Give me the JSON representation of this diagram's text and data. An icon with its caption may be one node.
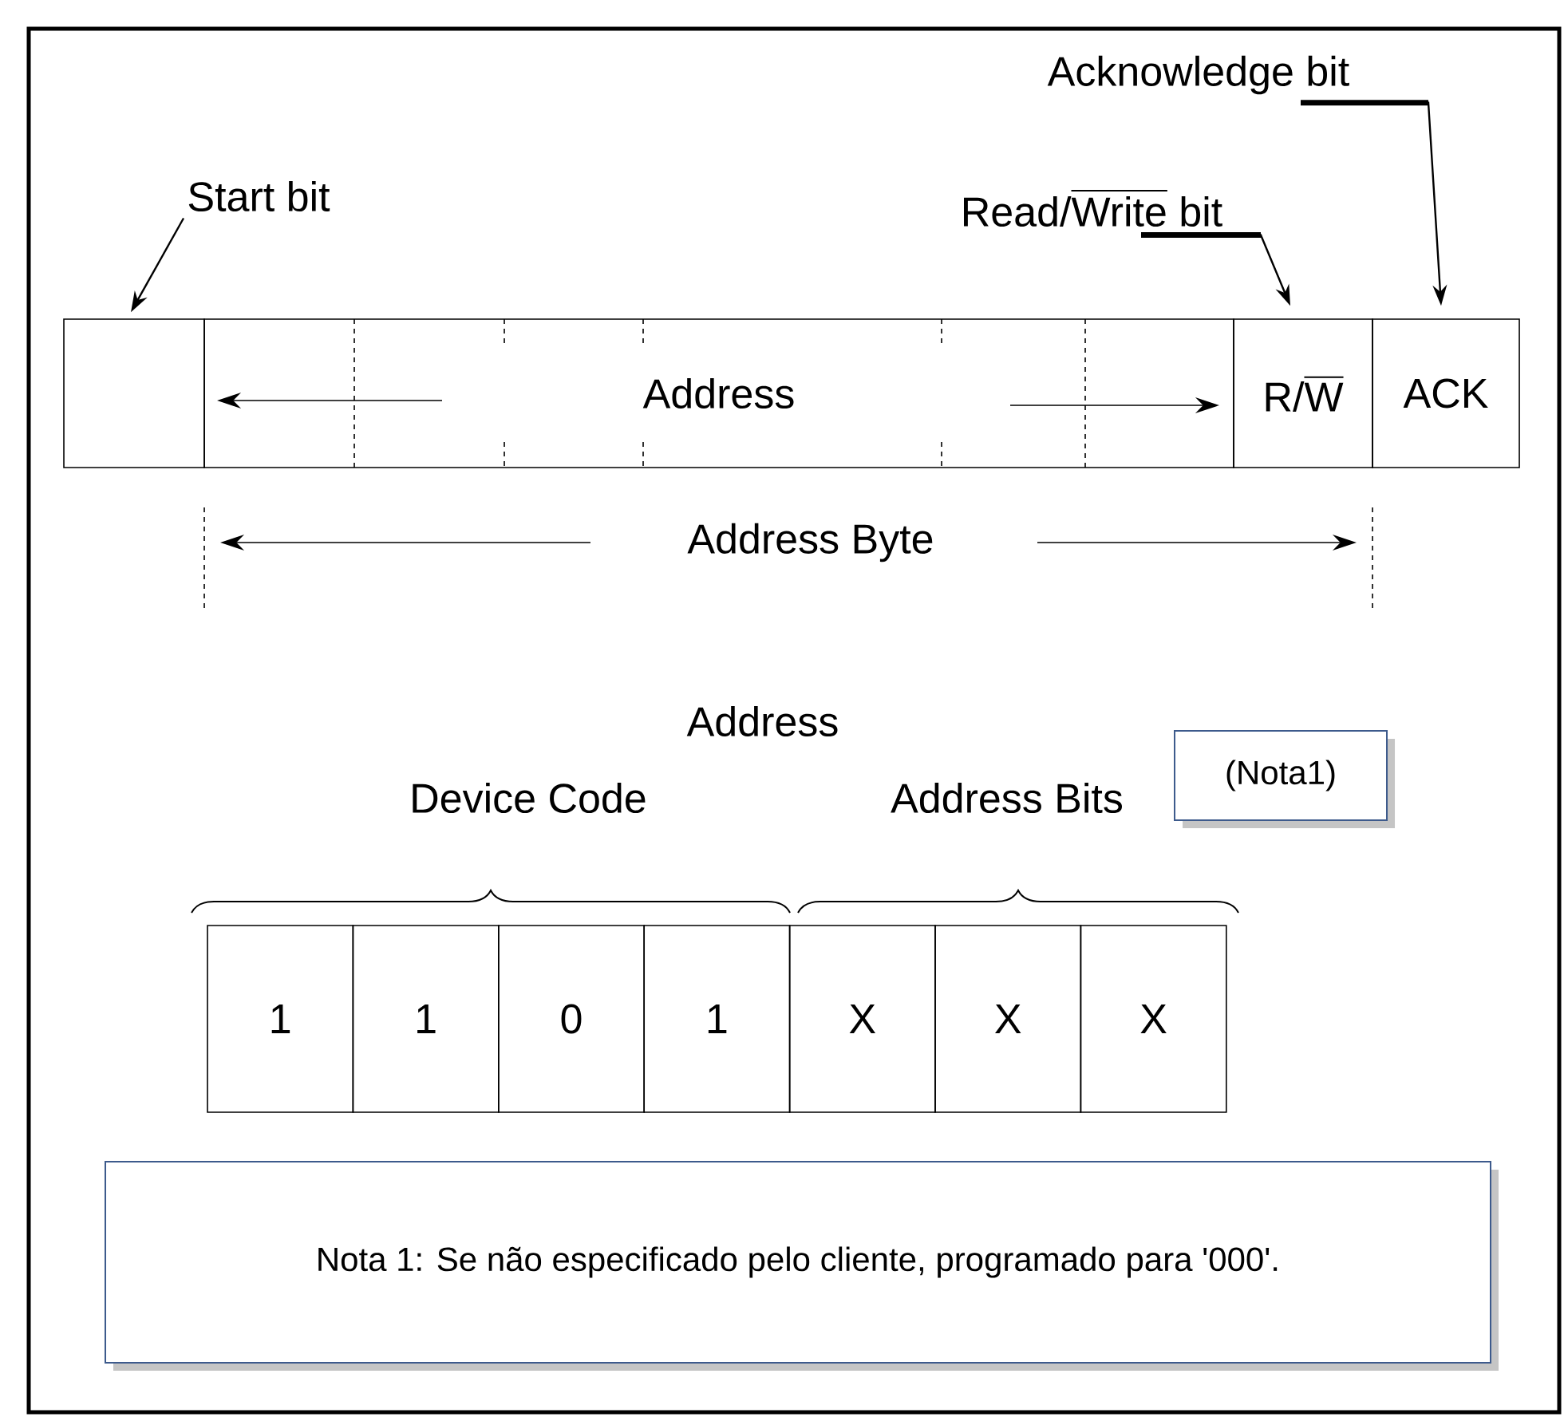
{
  "diagram": {
    "nodes": [
      {
        "text": [],
        "shape": "box"
      },
      {
        "text": [
          "Address"
        ]
      },
      {
        "text": [
          "\\text{R/}\\overline{\\text{W}}"
        ]
      },
      {
        "text": [
          "ACK"
        ]
      },
      {
        "text": [
          "Start bit"
        ]
      },
      {
        "text": [
          "\\text{Read/}\\overline{\\text{Write}}\\text{ bit}"
        ]
      },
      {
        "text": [
          "Acknowledge bit"
        ]
      },
      {
        "text": [
          "(Nota1)"
        ]
      },
      {
        "text": [
          "1"
        ]
      },
      {
        "text": [
          "1"
        ]
      },
      {
        "text": [
          "0"
        ]
      },
      {
        "text": [
          "1"
        ]
      },
      {
        "text": [
          "X"
        ]
      },
      {
        "text": [
          "X"
        ]
      },
      {
        "text": [
          "X"
        ]
      },
      {
        "text": [
          "Nota 1: Se não especificado pelo cliente, programado para '000'."
        ]
      }
    ],
    "edges": [
      {
        "from": 4,
        "to": 0,
        "arrow": "to"
      },
      {
        "from": 5,
        "to": 2,
        "arrow": "to"
      },
      {
        "from": 6,
        "to": 3,
        "arrow": "to"
      }
    ],
    "labels": [
      "Address Byte",
      "Address",
      "Device Code",
      "Address Bits"
    ]
  }
}
